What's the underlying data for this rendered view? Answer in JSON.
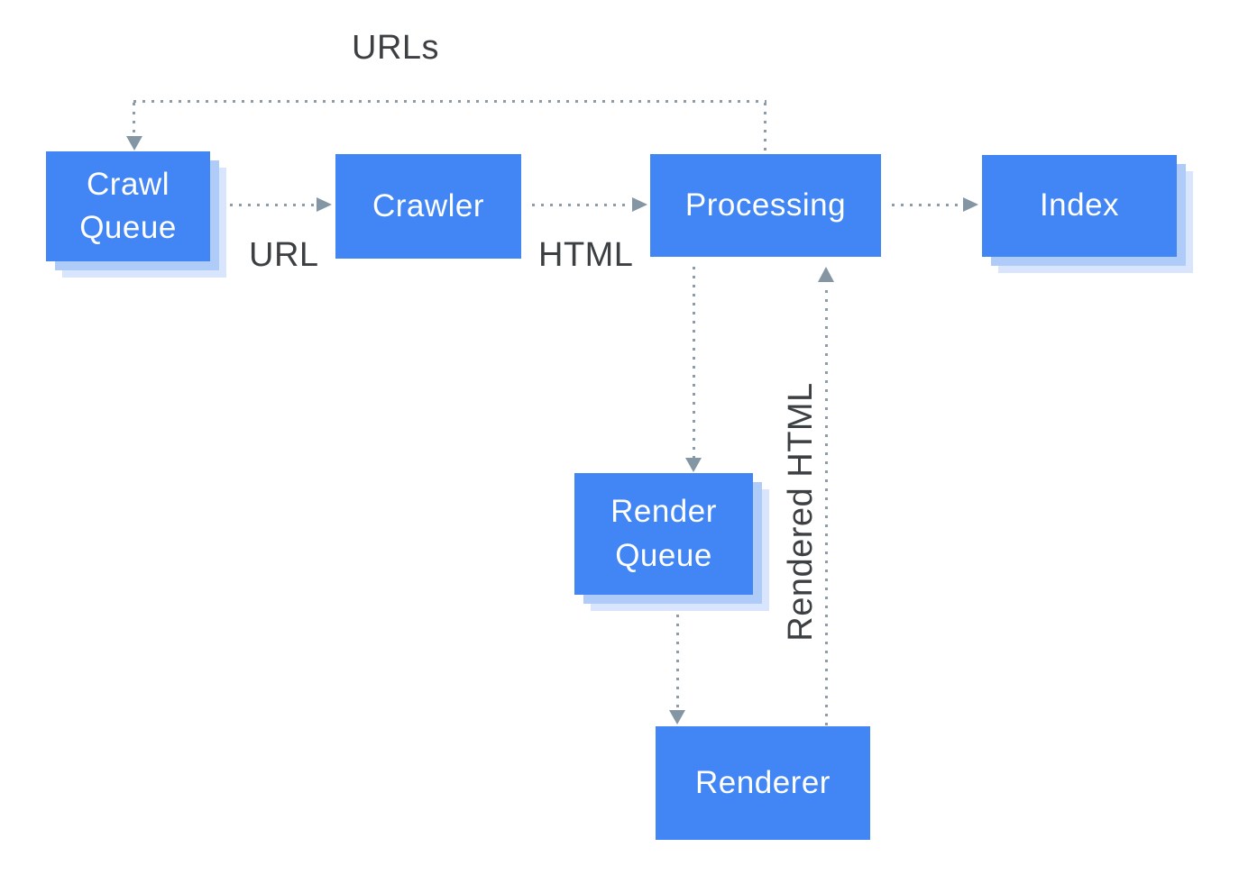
{
  "diagram_type": "flowchart",
  "nodes": {
    "crawl_queue": {
      "label": "Crawl Queue",
      "style": "stacked"
    },
    "crawler": {
      "label": "Crawler",
      "style": "flat"
    },
    "processing": {
      "label": "Processing",
      "style": "flat"
    },
    "index": {
      "label": "Index",
      "style": "stacked"
    },
    "render_queue": {
      "label": "Render Queue",
      "style": "stacked"
    },
    "renderer": {
      "label": "Renderer",
      "style": "flat"
    }
  },
  "edges": [
    {
      "from": "processing",
      "to": "crawl_queue",
      "label": "URLs",
      "style": "dotted"
    },
    {
      "from": "crawl_queue",
      "to": "crawler",
      "label": "URL",
      "style": "dotted"
    },
    {
      "from": "crawler",
      "to": "processing",
      "label": "HTML",
      "style": "dotted"
    },
    {
      "from": "processing",
      "to": "index",
      "label": "",
      "style": "dotted"
    },
    {
      "from": "processing",
      "to": "render_queue",
      "label": "",
      "style": "dotted"
    },
    {
      "from": "render_queue",
      "to": "renderer",
      "label": "",
      "style": "dotted"
    },
    {
      "from": "renderer",
      "to": "processing",
      "label": "Rendered HTML",
      "style": "dotted"
    }
  ],
  "colors": {
    "node_fill": "#4285F4",
    "node_text": "#FFFFFF",
    "shadow_inner": "#AFCBF8",
    "shadow_outer": "#D9E5FC",
    "dot": "#8C9DA9",
    "arrow": "#8496A3",
    "label": "#3C4043",
    "bg": "#FFFFFF"
  }
}
